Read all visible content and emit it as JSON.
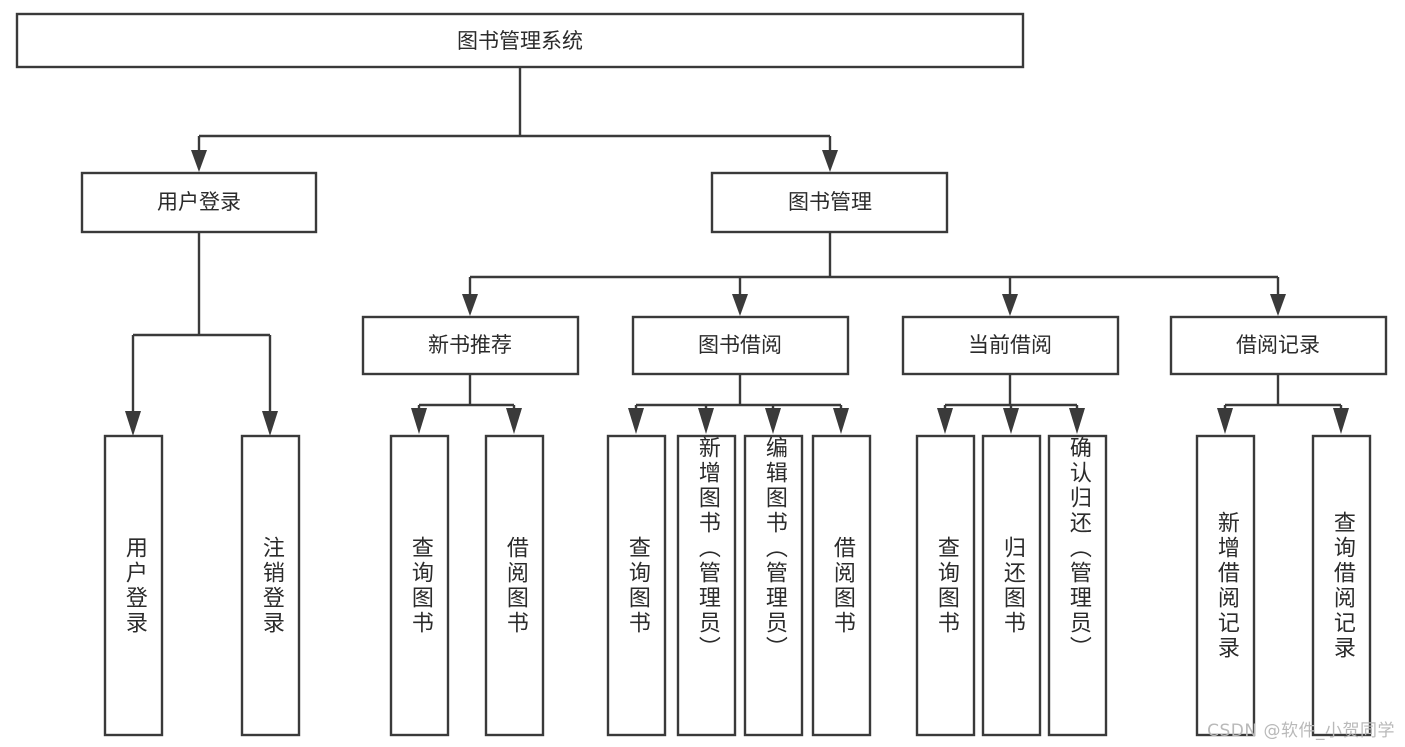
{
  "diagram": {
    "type": "tree",
    "title": "图书管理系统",
    "orientation": "top-down",
    "colors": {
      "box_stroke": "#3a3a3a",
      "box_fill": "#ffffff",
      "text": "#2b2b2b",
      "watermark": "#b9b9b9",
      "background": "#ffffff"
    },
    "root": {
      "label": "图书管理系统"
    },
    "level2": [
      {
        "label": "用户登录"
      },
      {
        "label": "图书管理"
      }
    ],
    "level3": [
      {
        "label": "新书推荐"
      },
      {
        "label": "图书借阅"
      },
      {
        "label": "当前借阅"
      },
      {
        "label": "借阅记录"
      }
    ],
    "leaves": {
      "user_login": [
        {
          "label": "用户登录"
        },
        {
          "label": "注销登录"
        }
      ],
      "new_book_recommend": [
        {
          "label": "查询图书"
        },
        {
          "label": "借阅图书"
        }
      ],
      "book_borrow": [
        {
          "label": "查询图书"
        },
        {
          "label": "新增图书（管理员）"
        },
        {
          "label": "编辑图书（管理员）"
        },
        {
          "label": "借阅图书"
        }
      ],
      "current_borrow": [
        {
          "label": "查询图书"
        },
        {
          "label": "归还图书"
        },
        {
          "label": "确认归还（管理员）"
        }
      ],
      "borrow_record": [
        {
          "label": "新增借阅记录"
        },
        {
          "label": "查询借阅记录"
        }
      ]
    },
    "watermark": "CSDN @软件_小贺同学"
  }
}
